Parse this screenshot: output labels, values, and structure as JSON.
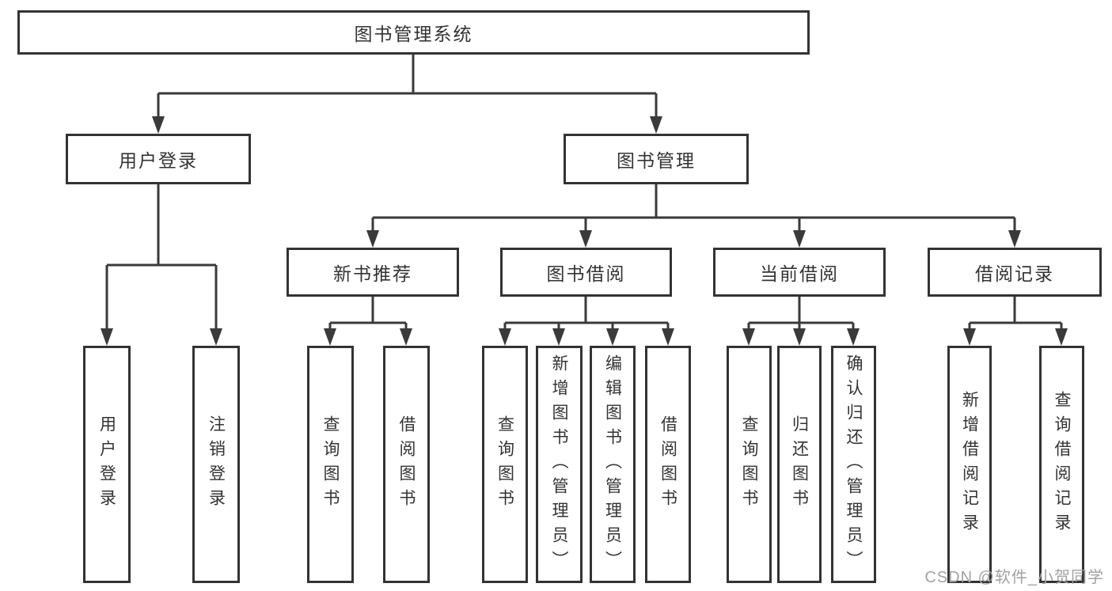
{
  "colors": {
    "line": "#3a3a3a",
    "box_border": "#333333",
    "text": "#333333",
    "watermark": "#a2a2a2",
    "background": "#ffffff"
  },
  "diagram": {
    "type": "hierarchy",
    "root": {
      "label": "图书管理系统"
    },
    "level2": [
      {
        "label": "用户登录"
      },
      {
        "label": "图书管理"
      }
    ],
    "level3": [
      {
        "label": "新书推荐",
        "parent": "图书管理"
      },
      {
        "label": "图书借阅",
        "parent": "图书管理"
      },
      {
        "label": "当前借阅",
        "parent": "图书管理"
      },
      {
        "label": "借阅记录",
        "parent": "图书管理"
      }
    ],
    "leaves": [
      {
        "label": "用户登录",
        "parent": "用户登录"
      },
      {
        "label": "注销登录",
        "parent": "用户登录"
      },
      {
        "label": "查询图书",
        "parent": "新书推荐"
      },
      {
        "label": "借阅图书",
        "parent": "新书推荐"
      },
      {
        "label": "查询图书",
        "parent": "图书借阅"
      },
      {
        "label": "新增图书（管理员）",
        "parent": "图书借阅"
      },
      {
        "label": "编辑图书（管理员）",
        "parent": "图书借阅"
      },
      {
        "label": "借阅图书",
        "parent": "图书借阅"
      },
      {
        "label": "查询图书",
        "parent": "当前借阅"
      },
      {
        "label": "归还图书",
        "parent": "当前借阅"
      },
      {
        "label": "确认归还（管理员）",
        "parent": "当前借阅"
      },
      {
        "label": "新增借阅记录",
        "parent": "借阅记录"
      },
      {
        "label": "查询借阅记录",
        "parent": "借阅记录"
      }
    ]
  },
  "watermark": {
    "text": "CSDN @软件_小贺同学"
  }
}
